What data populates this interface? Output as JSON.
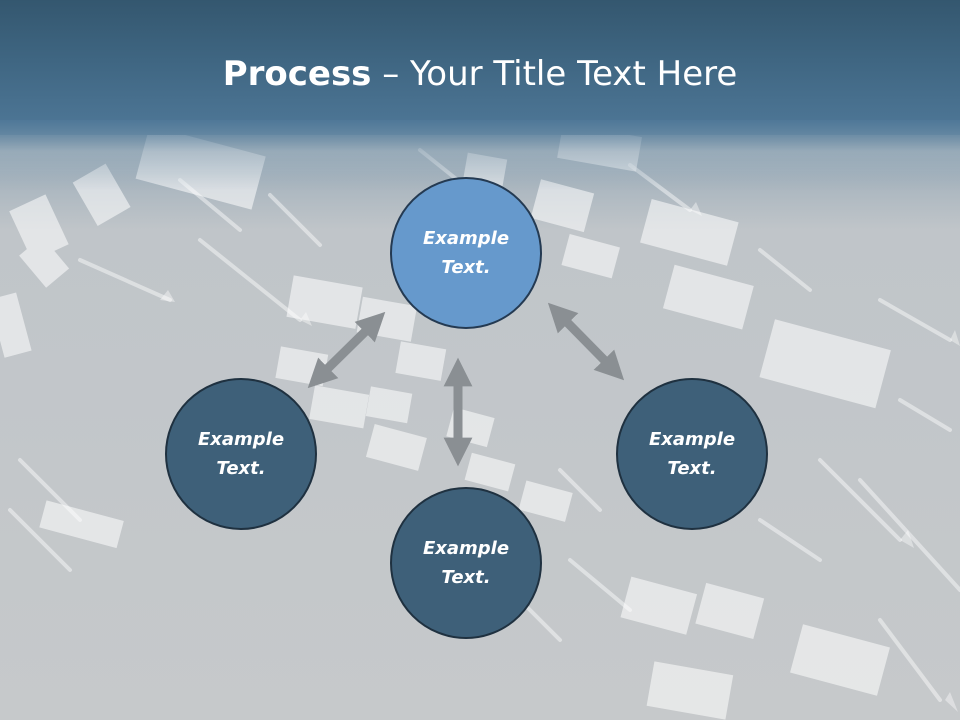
{
  "slide": {
    "title_bold": "Process",
    "title_rest": " – Your Title Text Here"
  },
  "nodes": {
    "top": "Example Text.",
    "left": "Example Text.",
    "right": "Example Text.",
    "bottom": "Example Text."
  },
  "colors": {
    "header": "#3f6682",
    "background": "#c4c8cb",
    "center_node": "#6699cc",
    "outer_nodes": "#3e6079",
    "connector_arrows": "#8a8f93"
  }
}
